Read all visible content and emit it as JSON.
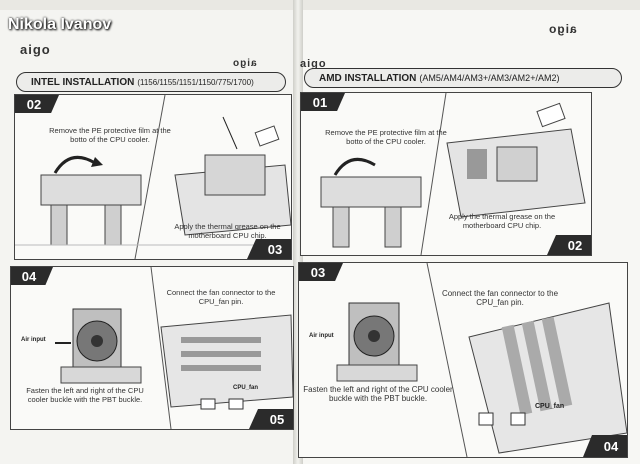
{
  "watermark": "Nikola Ivanov",
  "logos": {
    "left_top": "aigo",
    "left_mid": "aigo",
    "right_mid": "aigo",
    "right_top_mirror": "aigo"
  },
  "left_page": {
    "header": {
      "title": "INTEL INSTALLATION",
      "sockets": "(1156/1155/1151/1150/775/1700)"
    },
    "panel_top": {
      "step_a": "02",
      "caption_a": "Remove the PE protective film at the botto of the CPU cooler.",
      "caption_b": "Apply the thermal grease on the motherboard CPU chip.",
      "step_b": "03"
    },
    "panel_bottom": {
      "step_a": "04",
      "caption_a": "Connect the fan connector to the CPU_fan pin.",
      "label_air": "Air input",
      "label_fan": "CPU_fan",
      "caption_b": "Fasten the left and right of the CPU cooler buckle with the PBT buckle.",
      "step_b": "05"
    }
  },
  "right_page": {
    "header": {
      "title": "AMD INSTALLATION",
      "sockets": "(AM5/AM4/AM3+/AM3/AM2+/AM2)"
    },
    "panel_top": {
      "step_a": "01",
      "caption_a": "Remove the PE protective film at the botto of the CPU cooler.",
      "caption_b": "Apply the thermal grease on the motherboard CPU chip.",
      "step_b": "02"
    },
    "panel_bottom": {
      "step_a": "03",
      "caption_a": "Connect the fan connector to the CPU_fan pin.",
      "label_air": "Air input",
      "label_fan": "CPU_fan",
      "caption_b": "Fasten the left and right of the CPU cooler buckle with the PBT buckle.",
      "step_b": "04"
    }
  }
}
